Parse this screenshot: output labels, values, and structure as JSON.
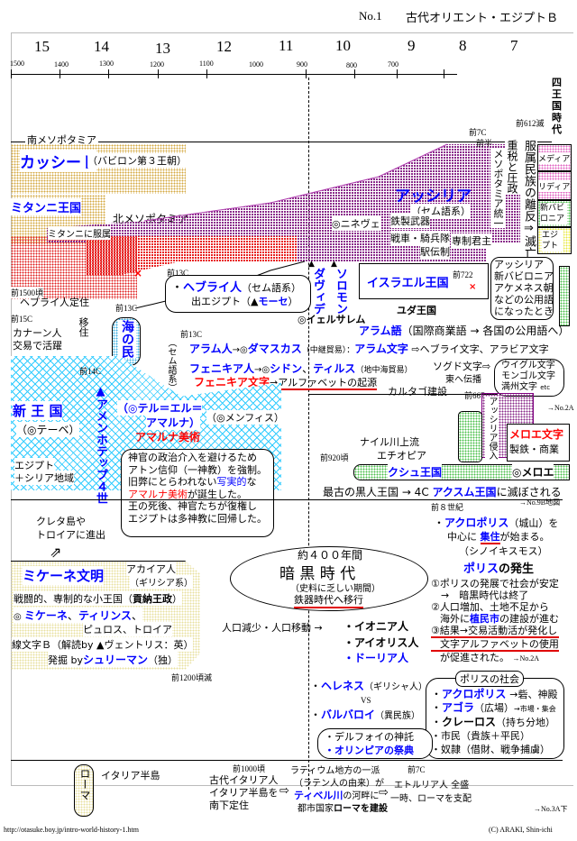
{
  "header": {
    "page_no": "No.1",
    "title": "古代オリエント・エジプトＢ"
  },
  "timeline": {
    "centuries": [
      "15",
      "14",
      "13",
      "12",
      "11",
      "10",
      "9",
      "8",
      "7"
    ],
    "years": [
      "1500",
      "1400",
      "1300",
      "1200",
      "1100",
      "1000",
      "900",
      "800",
      "700"
    ],
    "right_label": "四王国時代"
  },
  "mesopotamia": {
    "south_label": "南メソポタミア",
    "kassite": "カッシート",
    "kassite_sub": "（バビロン第３王朝）",
    "mitanni": "ミタンニ王国",
    "north_label": "北メソポタミア",
    "mitanni_subject": "ミタンニに服属",
    "c7_early_a": "前7C",
    "c7_early_b": "前半",
    "d612": "前612滅",
    "meso_unify": "メソポタミア統一",
    "tax": "重税と圧政",
    "collapse": "服属民族の離反⇒滅亡",
    "assyria": "アッシリア",
    "assyria_sub": "（セム語系）",
    "nineveh": "◎ニネヴェ",
    "iron": "鉄製武器",
    "chariot": "戦車・騎兵隊",
    "post": "駅伝制",
    "despot": "専制君主",
    "four_kingdoms": [
      "メディア",
      "リディア",
      "新バビロニア",
      "エジプト"
    ]
  },
  "levant": {
    "x_mark": "×",
    "bc13c_a": "前13C",
    "bc1500": "前1500頃",
    "hebrew_settle": "ヘブライ人定住",
    "bc13c_b": "前13C",
    "bc15c": "前15C",
    "canaan_a": "カナーン人",
    "canaan_b": "交易で活躍",
    "migrate": "移住",
    "sea_peoples": "海の民",
    "hebrews_dot": "・",
    "hebrews": "ヘブライ人",
    "hebrews_sub": "（セム語系）",
    "exodus": "出エジプト（▲",
    "moses": "モーセ",
    "exodus_end": "）",
    "david": "ダヴィデ",
    "solomon": "ソロモン",
    "jerusalem": "◎イェルサレム",
    "israel": "イスラエル王国",
    "bc722": "前722",
    "judah": "ユダ王国",
    "aramaic_bubble": [
      "アッシリア",
      "新バビロニア",
      "アケメネス朝",
      "などの公用語",
      "になったとき"
    ],
    "semitic": "（セム語系）",
    "bc13c_c": "前13C",
    "aram_lang": "アラム語",
    "aram_lang_desc": "（国際商業語 → 各国の公用語へ）",
    "arameans": "アラム人",
    "arrow_dot": "→◎",
    "damascus": "ダマスカス",
    "relay": "（中継貿易）：",
    "aram_script": "アラム文字",
    "aram_to": "⇨ヘブライ文字、アラビア文字",
    "phoenicians": "フェニキア人",
    "sidon": "シドン",
    "tyre": "ティルス",
    "med_trade": "（地中海貿易）",
    "sogd": "ソグド文字⇨",
    "east": "東へ伝播",
    "phoen_script": "フェニキア文字",
    "alphabet": "→アルファベットの起源",
    "carthage": "カルタゴ建設",
    "scripts": [
      "ウイグル文字",
      "モンゴル文字",
      "満州文字"
    ],
    "etc": "etc"
  },
  "egypt": {
    "bc14c": "前14C",
    "new_kingdom": "新 王 国",
    "thebes": "（◎テーベ）",
    "region_a": "エジプト",
    "region_b": "＋シリア地域",
    "akhenaten": "▲アメンホテップ４世",
    "amarna_a": "（◎テル＝エル＝",
    "amarna_b": "アマルナ）",
    "memphis": "（◎メンフィス）",
    "amarna_art": "アマルナ美術",
    "note": [
      "神官の政治介入を避けるため",
      "アトン信仰（一神教）を強制。",
      "旧弊にとらわれない",
      "写実的",
      "な",
      "アマルナ美術",
      "が誕生した。",
      "王の死後、神官たちが復権し",
      "エジプトは多神教に回帰した。"
    ]
  },
  "kush": {
    "bc667": "前667",
    "ref_2a": "→No.2A",
    "assyria_invade": "アッシリア侵入",
    "meroitic": "メロエ文字",
    "industry": "製鉄・商業",
    "upper_nile": "ナイル川上流",
    "ethiopia": "エチオピア",
    "bc920": "前920頃",
    "kush_kingdom": "クシュ王国",
    "meroe": "◎メロエ",
    "oldest_a": "最古の黒人王国 → 4C ",
    "aksum": "アクスム王国",
    "oldest_b": "に滅ぼされる",
    "ref_9b": "→No.9B地図"
  },
  "greece": {
    "crete_a": "クレタ島や",
    "crete_b": "トロイアに進出",
    "mycenae": "ミケーネ文明",
    "achaeans": "アカイア人",
    "achaeans_sub": "（ギリシア系）",
    "warlike": "戦闘的、専制的な小王国（",
    "tribute": "貢納王政",
    "warlike_end": "）",
    "cities_a": "◎ ",
    "mycenae_city": "ミケーネ",
    "tiryns": "ティリンス",
    "cities_b": "ピュロス、トロイア",
    "linear_b": "線文字Ｂ（解読by ▲ヴェントリス：英）",
    "excavate": "発掘 by",
    "schliemann": "シュリーマン",
    "excavate_end": "（独）",
    "bc1200": "前1200頃滅",
    "dark_400": "約４００年間",
    "dark_age": "暗 黒 時 代",
    "dark_sub": "（史料に乏しい期間）",
    "iron_age": "鉄器時代へ移行",
    "pop": "人口減少・人口移動 →",
    "ionians": "・イオニア人",
    "aeolians": "・アイオリス人",
    "dorians": "・ドーリア人",
    "bc8c": "前８世紀",
    "acropolis": "アクロポリス",
    "acropolis_desc": "（城山）を",
    "center": "中心に",
    "synoikismos": "集住",
    "start": "が始まる。",
    "synoikismos_gr": "（シノイキスモス）",
    "polis": "ポリス",
    "polis_rise": "の発生",
    "pts": [
      "①ポリスの発展で社会が安定",
      "　→　暗黒時代は終了",
      "②人口増加、土地不足から",
      "海外に",
      "植民市",
      "の建設が進む",
      "③結果→交易活動活が発化し",
      "文字アルファベットの使用",
      "が促進された。"
    ],
    "ref_2a": "→No.2A",
    "hellenes": "ヘレネス",
    "hellenes_sub": "（ギリシャ人）",
    "vs": "VS",
    "barbaroi": "バルバロイ",
    "barbaroi_sub": "（異民族）",
    "polis_society": "ポリスの社会",
    "ps_acropolis": "アクロポリス",
    "ps_acropolis_d": "→砦、神殿",
    "agora": "アゴラ",
    "agora_d": "（広場）",
    "agora_d2": "→市場・集会",
    "kleros": "クレーロス",
    "kleros_d": "（持ち分地）",
    "citizens": "市民（貴族＋平民）",
    "slaves": "奴隷（借財、戦争捕虜）",
    "delphi": "・デルフォイの神託",
    "olympia": "・オリンピアの祭典"
  },
  "rome": {
    "rome_label": "ローマ",
    "italy": "イタリア半島",
    "bc1000": "前1000頃",
    "ancient_it": [
      "古代イタリア人",
      "イタリア半島を",
      "南下定住"
    ],
    "latium": "ラティウム地方の一派",
    "latins": "（ラテン人の由来）が",
    "tiber": "ティベル川",
    "tiber_b": "の河畔に",
    "city_state": "都市国家",
    "found": "ローマを建設",
    "bc7c": "前7C",
    "etruscans": "エトルリア人 全盛",
    "rule": "一時、ローマを支配",
    "ref_3a": "→No.3A下"
  },
  "footer": {
    "url": "http://otasuke.boy.jp/intro-world-history-1.htm",
    "copyright": "(C) ARAKI, Shin-ichi"
  }
}
